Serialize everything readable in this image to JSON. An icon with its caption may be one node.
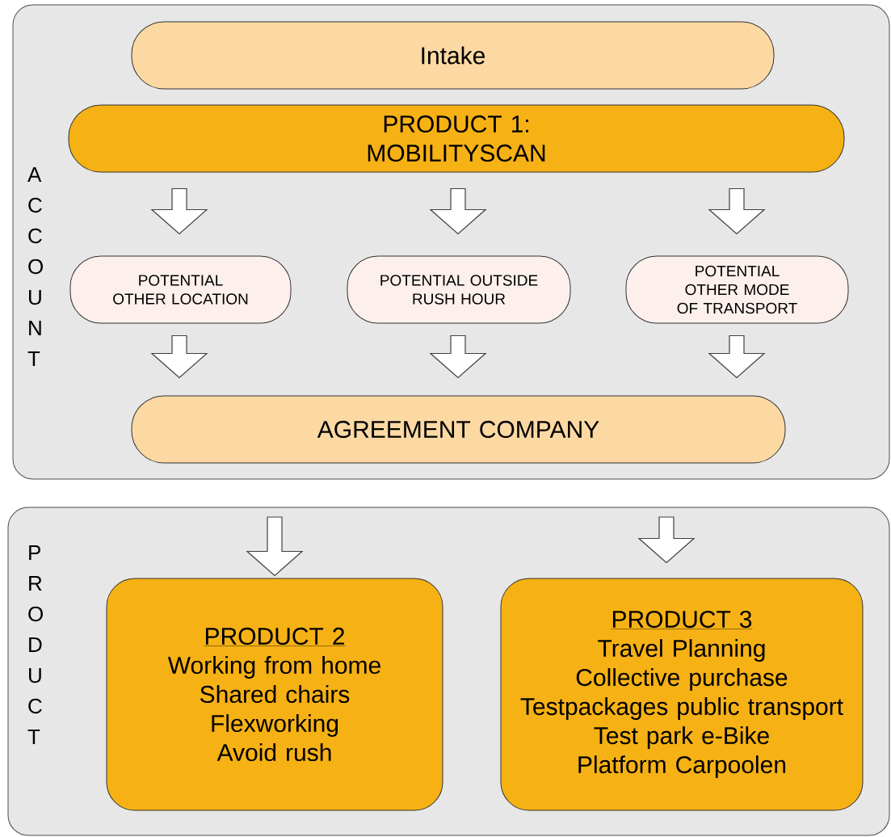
{
  "diagram": {
    "nodes": [
      {
        "text": [
          "ACCOUNT"
        ]
      },
      {
        "text": [
          "Intake"
        ],
        "in": 0
      },
      {
        "text": [
          "PRODUCT 1: MOBILITYSCAN"
        ],
        "in": 0
      },
      {
        "text": [
          "POTENTIAL OTHER LOCATION"
        ],
        "in": 0
      },
      {
        "text": [
          "POTENTIAL OUTSIDE RUSH HOUR"
        ],
        "in": 0
      },
      {
        "text": [
          "POTENTIAL OTHER MODE OF TRANSPORT"
        ],
        "in": 0
      },
      {
        "text": [
          "AGREEMENT COMPANY"
        ],
        "in": 0
      },
      {
        "text": [
          "PRODUCT"
        ]
      },
      {
        "text": [
          "PRODUCT 2",
          "Working from home",
          "Shared chairs",
          "Flexworking",
          "Avoid rush"
        ],
        "in": 7
      },
      {
        "text": [
          "PRODUCT 3",
          "Travel Planning",
          "Collective purchase",
          "Testpackages public transport",
          "Test park e-Bike",
          "Platform Carpoolen"
        ],
        "in": 7
      }
    ],
    "edges": [
      {
        "from": 2,
        "to": 3,
        "arrow": "to"
      },
      {
        "from": 2,
        "to": 4,
        "arrow": "to"
      },
      {
        "from": 2,
        "to": 5,
        "arrow": "to"
      },
      {
        "from": 3,
        "to": 6,
        "arrow": "to"
      },
      {
        "from": 4,
        "to": 6,
        "arrow": "to"
      },
      {
        "from": 5,
        "to": 6,
        "arrow": "to"
      },
      {
        "from": null,
        "to": 8,
        "arrow": "to"
      },
      {
        "from": null,
        "to": 9,
        "arrow": "to"
      }
    ]
  }
}
